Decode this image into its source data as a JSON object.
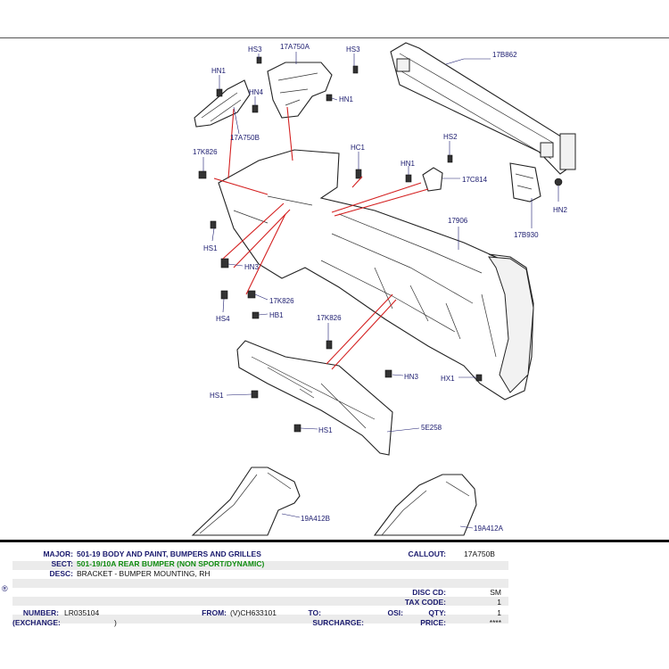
{
  "diagram": {
    "labels": {
      "hs3_a": "HS3",
      "a17a750a": "17A750A",
      "hs3_b": "HS3",
      "b17b862": "17B862",
      "hn1_a": "HN1",
      "hn4": "HN4",
      "hn1_b": "HN1",
      "a17a750b": "17A750B",
      "hc1": "HC1",
      "hs2": "HS2",
      "k17k826_a": "17K826",
      "hn1_c": "HN1",
      "c17c814": "17C814",
      "hn2": "HN2",
      "s17906": "17906",
      "b17b930": "17B930",
      "hs1_a": "HS1",
      "hn3_a": "HN3",
      "k17k826_b": "17K826",
      "hs4": "HS4",
      "hb1": "HB1",
      "k17k826_c": "17K826",
      "hn3_b": "HN3",
      "hx1": "HX1",
      "hs1_b": "HS1",
      "hs1_c": "HS1",
      "e5e258": "5E258",
      "a19a412b": "19A412B",
      "a19a412a": "19A412A"
    }
  },
  "info": {
    "major_label": "MAJOR:",
    "major_value": "501-19  BODY AND PAINT, BUMPERS AND GRILLES",
    "callout_label": "CALLOUT:",
    "callout_value": "17A750B",
    "sect_label": "SECT:",
    "sect_value": "501-19/10A  REAR BUMPER (NON SPORT/DYNAMIC)",
    "desc_label": "DESC:",
    "desc_value": "BRACKET - BUMPER MOUNTING, RH",
    "reg_mark": "®",
    "disc_cd_label": "DISC CD:",
    "disc_cd_value": "SM",
    "tax_code_label": "TAX CODE:",
    "tax_code_value": "1",
    "number_label": "NUMBER:",
    "number_value": "LR035104",
    "from_label": "FROM:",
    "from_value": "(V)CH633101",
    "to_label": "TO:",
    "to_value": "",
    "osi_label": "OSI:",
    "osi_value": "",
    "qty_label": "QTY:",
    "qty_value": "1",
    "exchange_label": "(EXCHANGE:",
    "exchange_value": ")",
    "surcharge_label": "SURCHARGE:",
    "surcharge_value": "",
    "price_label": "PRICE:",
    "price_value": "****"
  }
}
